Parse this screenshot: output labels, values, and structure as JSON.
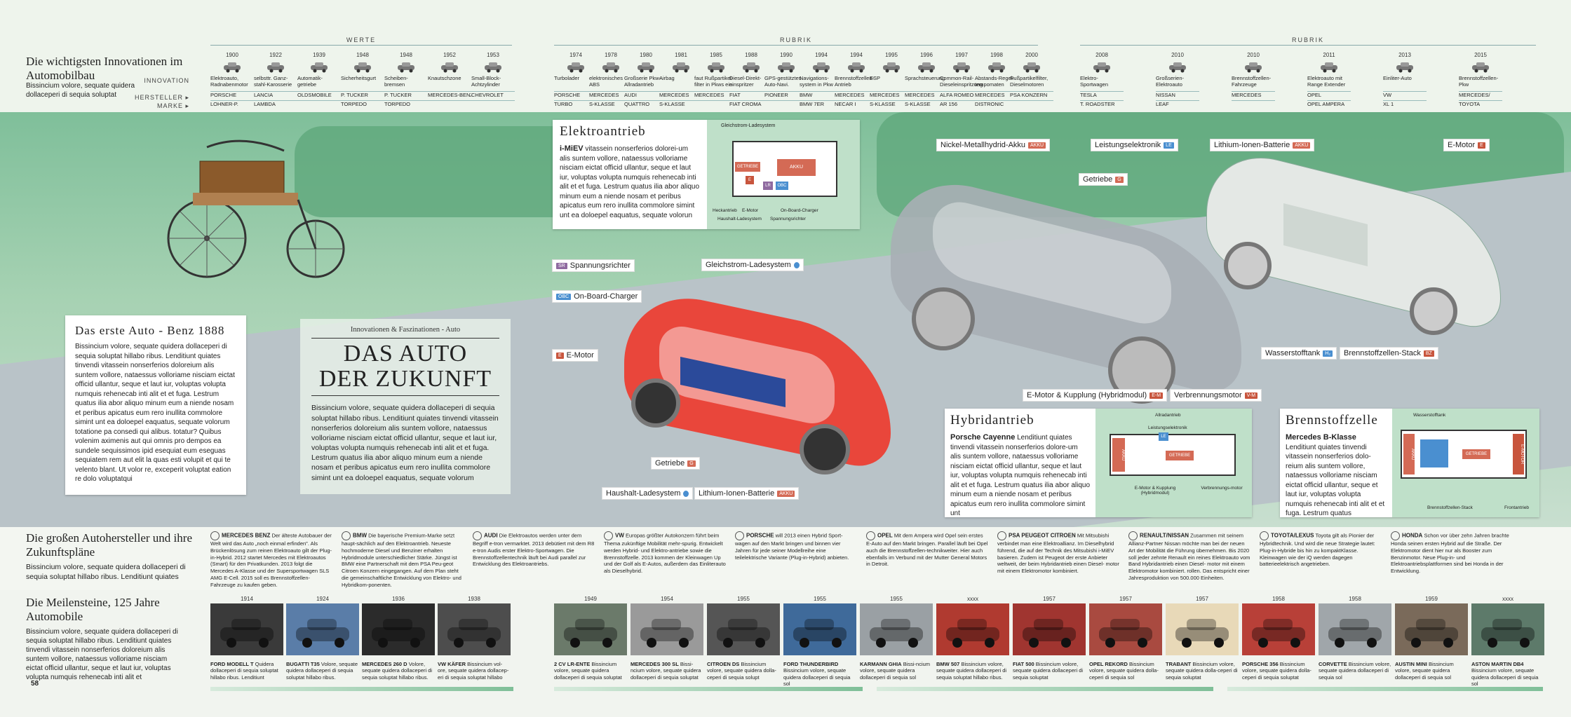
{
  "headers": {
    "werte": "WERTE",
    "rubrik1": "RUBRIK",
    "rubrik2": "RUBRIK"
  },
  "innov": {
    "title": "Die wichtigsten Innovationen im Automobilbau",
    "sub": "Bissincium volore, sequate quidera dollaceperi di sequia soluptat",
    "row_innovation": "INNOVATION",
    "row_hersteller": "HERSTELLER ▸",
    "row_marke": "MARKE ▸"
  },
  "timeline": [
    {
      "year": "1900",
      "inn": "Elektroauto, Radnabenmotor",
      "her": "PORSCHE",
      "mar": "LOHNER-P."
    },
    {
      "year": "1922",
      "inn": "selbsttr. Ganz-stahl-Karosserie",
      "her": "LANCIA",
      "mar": "LAMBDA"
    },
    {
      "year": "1939",
      "inn": "Automatik-getriebe",
      "her": "OLDSMOBILE",
      "mar": ""
    },
    {
      "year": "1948",
      "inn": "Sicherheitsgurt",
      "her": "P. TUCKER",
      "mar": "TORPEDO"
    },
    {
      "year": "1948",
      "inn": "Scheiben-bremsen",
      "her": "P. TUCKER",
      "mar": "TORPEDO"
    },
    {
      "year": "1952",
      "inn": "Knautschzone",
      "her": "MERCEDES-BENZ",
      "mar": ""
    },
    {
      "year": "1953",
      "inn": "Small-Block-Achtzylinder",
      "her": "CHEVROLET",
      "mar": ""
    },
    {
      "year": "1974",
      "inn": "Turbolader",
      "her": "PORSCHE",
      "mar": "TURBO"
    },
    {
      "year": "1978",
      "inn": "elektronisches ABS",
      "her": "MERCEDES",
      "mar": "S-KLASSE"
    },
    {
      "year": "1980",
      "inn": "Großserie Pkw-Allradantrieb",
      "her": "AUDI",
      "mar": "QUATTRO"
    },
    {
      "year": "1981",
      "inn": "Airbag",
      "her": "MERCEDES",
      "mar": "S-KLASSE"
    },
    {
      "year": "1985",
      "inn": "faut Rußpartikel-filter in Pkws ein",
      "her": "MERCEDES",
      "mar": ""
    },
    {
      "year": "1988",
      "inn": "Diesel-Direkt-einspritzer",
      "her": "FIAT",
      "mar": "FIAT CROMA"
    },
    {
      "year": "1990",
      "inn": "GPS-gestütztes Auto-Navi.",
      "her": "PIONEER",
      "mar": ""
    },
    {
      "year": "1994",
      "inn": "Navigations-system in Pkw",
      "her": "BMW",
      "mar": "BMW 7ER"
    },
    {
      "year": "1994",
      "inn": "Brennstoffzellen-Antrieb",
      "her": "MERCEDES",
      "mar": "NECAR I"
    },
    {
      "year": "1995",
      "inn": "ESP",
      "her": "MERCEDES",
      "mar": "S-KLASSE"
    },
    {
      "year": "1996",
      "inn": "Sprachsteuerung",
      "her": "MERCEDES",
      "mar": "S-KLASSE"
    },
    {
      "year": "1997",
      "inn": "Common-Rail-Dieseleinspritzung",
      "her": "ALFA ROMEO",
      "mar": "AR 156"
    },
    {
      "year": "1998",
      "inn": "Abstands-Regel-tempomaten",
      "her": "MERCEDES",
      "mar": "DISTRONIC"
    },
    {
      "year": "2000",
      "inn": "Rußpartikelfilter, Dieselmotoren",
      "her": "PSA KONZERN",
      "mar": ""
    },
    {
      "year": "2008",
      "inn": "Elektro-Sportwagen",
      "her": "TESLA",
      "mar": "T. ROADSTER"
    },
    {
      "year": "2010",
      "inn": "Großserien-Elektroauto",
      "her": "NISSAN",
      "mar": "LEAF"
    },
    {
      "year": "2010",
      "inn": "Brennstoffzellen-Fahrzeuge",
      "her": "MERCEDES",
      "mar": ""
    },
    {
      "year": "2011",
      "inn": "Elektroauto mit Range Extender",
      "her": "OPEL",
      "mar": "OPEL AMPERA"
    },
    {
      "year": "2013",
      "inn": "Einliter-Auto",
      "her": "VW",
      "mar": "XL 1"
    },
    {
      "year": "2015",
      "inn": "Brennstoffzellen-Pkw",
      "her": "MERCEDES/",
      "mar": "TOYOTA"
    }
  ],
  "benz": {
    "title": "Das erste Auto - Benz 1888",
    "text": "Bissincium volore, sequate quidera dollaceperi di sequia soluptat hillabo ribus. Lenditiunt quiates tinvendi vitassein nonserferios doloreium alis suntem vollore, nataessus volloriame nisciam eictat officid ullantur, seque et laut iur, voluptas volupta numquis rehenecab inti alit et et fuga. Lestrum quatus ilia abor aliquo minum eum a niende nosam et peribus apicatus eum rero inullita commolore simint unt ea doloepel eaquatus, sequate volorum totatione pa consedi qui alibus. totatur? Quibus volenim aximenis aut qui omnis pro dempos ea sundele sequissimos ipid esequiat eum eseguas sequiatem rem aut elit la quas esti volupit et qui te velento blant. Ut volor re, exceperit voluptat eation re dolo voluptatqui"
  },
  "main": {
    "kicker": "Innovationen & Faszinationen - Auto",
    "title1": "DAS AUTO",
    "title2": "DER ZUKUNFT",
    "text": "Bissincium volore, sequate quidera dollaceperi di sequia soluptat hillabo ribus. Lenditiunt quiates tinvendi vitassein nonserferios doloreium alis suntem vollore, nataessus volloriame nisciam eictat officid ullantur, seque et laut iur, voluptas volupta numquis rehenecab inti alit et et fuga. Lestrum quatus ilia abor aliquo minum eum a niende nosam et peribus apicatus eum rero inullita commolore simint unt ea doloepel eaquatus, sequate volorum"
  },
  "elektro": {
    "title": "Elektroantrieb",
    "lead": "i-MiEV",
    "text": " vitassein nonserferios dolorei-um alis suntem vollore, nataessus volloriame nisciam eictat officid ullantur, seque et laut iur, voluptas volupta numquis rehenecab inti alit et et fuga. Lestrum quatus ilia abor aliquo minum eum a niende nosam et peribus apicatus eum rero inullita commolore simint unt ea doloepel eaquatus, sequate volorun",
    "d_top": "Gleichstrom-Ladesystem",
    "d_getriebe": "GETRIEBE",
    "d_akku": "AKKU",
    "d_e": "E",
    "d_lr": "LR",
    "d_obc": "OBC",
    "d_heck": "Heckantrieb",
    "d_emotor": "E-Motor",
    "d_obc2": "On-Board-Charger",
    "d_haus": "Haushalt-Ladesystem",
    "d_span": "Spannungsrichter"
  },
  "hybrid": {
    "title": "Hybridantrieb",
    "lead": "Porsche Cayenne",
    "text": " Lenditiunt quiates tinvendi vitassein nonserferios dolore-um alis suntem vollore, nataessus volloriame nisciam eictat officid ullantur, seque et laut iur, voluptas volupta numquis rehenecab inti alit et et fuga. Lestrum quatus ilia abor aliquo minum eum a niende nosam et peribus apicatus eum rero inullita commolore simint unt",
    "d_allrad": "Allradantrieb",
    "d_le": "Leistungselektronik",
    "d_akku": "AKKU",
    "d_getriebe": "GETRIEBE",
    "d_le_tag": "LE",
    "d_ek": "E-Motor & Kupplung (Hybridmodul)",
    "d_vm": "Verbrennungs-motor"
  },
  "brenn": {
    "title": "Brennstoffzelle",
    "lead": "Mercedes B-Klasse",
    "text": " Lenditiunt quiates tinvendi vitassein nonserferios dolo-reium alis suntem vollore, nataessus volloriame nisciam eictat officid ullantur, seque et laut iur, voluptas volupta numquis rehenecab inti alit et et fuga. Lestrum quatus",
    "d_wasser": "Wasserstofftank",
    "d_akku": "AKKU",
    "d_getriebe": "GETRIEBE",
    "d_emotor": "E-MOTOR",
    "d_stack": "Brennstoffzellen-Stack",
    "d_front": "Frontantrieb"
  },
  "labels": {
    "spannung": "Spannungsrichter",
    "sr": "SR",
    "obc": "On-Board-Charger",
    "obc_tag": "OBC",
    "emotor": "E-Motor",
    "e": "E",
    "gleich": "Gleichstrom-Ladesystem",
    "getriebe1": "Getriebe",
    "g": "G",
    "haus": "Haushalt-Ladesystem",
    "li1": "Lithium-Ionen-Batterie",
    "akku": "AKKU",
    "nimh": "Nickel-Metallhydrid-Akku",
    "le": "Leistungselektronik",
    "le_tag": "LE",
    "getriebe2": "Getriebe",
    "li2": "Lithium-Ionen-Batterie",
    "emotor2": "E-Motor",
    "ek": "E-Motor & Kupplung (Hybridmodul)",
    "em_tag": "E-M",
    "verbrenn": "Verbrennungsmotor",
    "vm_tag": "V-M",
    "wasser": "Wasserstofftank",
    "h2": "H₂",
    "stack": "Brennstoffzellen-Stack",
    "bz": "BZ"
  },
  "makers_section": {
    "title": "Die großen Autohersteller und ihre Zukunftspläne",
    "sub": "Bissincium volore, sequate quidera dollaceperi di sequia soluptat hillabo ribus. Lenditiunt quiates"
  },
  "makers": [
    {
      "name": "MERCEDES BENZ",
      "text": "Der älteste Autobauer der Welt wird das Auto „noch einmal erfinden\". Als Brückenlösung zum reinen Elektroauto gilt der Plug-in-Hybrid. 2012 startet Mercedes mit Elektroautos (Smart) für den Privatkunden. 2013 folgt die Mercedes A-Klasse und der Supersportwagen SLS AMG E-Cell. 2015 soll es Brennstoffzellen-Fahrzeuge zu kaufen geben."
    },
    {
      "name": "BMW",
      "text": "Die bayerische Premium-Marke setzt haupt-sächlich auf den Elektroantrieb. Neueste hochmoderne Diesel und Benziner erhalten Hybridmodule unterschiedlicher Stärke. Jüngst ist BMW eine Partnerschaft mit dem PSA Peu-geot Citroen Konzern eingegangen. Auf dem Plan steht die gemeinschaftliche Entwicklung von Elektro- und Hybridkom-ponenten."
    },
    {
      "name": "AUDI",
      "text": "Die Elektroautos werden unter dem Begriff e-tron vermarktet. 2013 debütiert mit dem R8 e-tron Audis erster Elektro-Sportwagen. Die Brennstoffzellentechnik läuft bei Audi parallel zur Entwicklung des Elektroantriebs."
    },
    {
      "name": "VW",
      "text": "Europas größter Autokonzern führt beim Thema zukünftige Mobilität mehr-spurig. Entwickelt werden Hybrid- und Elektro-antriebe sowie die Brennstoffzelle. 2013 kommen der Kleinwagen Up und der Golf als E-Autos, außerdem das Einliterauto als Dieselhybrid."
    },
    {
      "name": "PORSCHE",
      "text": "will 2013 einen Hybrid Sport-wagen auf den Markt bringen und binnen vier Jahren für jede seiner Modellreihe eine teilelektrische Variante (Plug-in-Hybrid) anbieten."
    },
    {
      "name": "OPEL",
      "text": "Mit dem Ampera wird Opel sein erstes E-Auto auf den Markt bringen. Parallel läuft bei Opel auch die Brennstoffzellen-technikweiter. Hier auch ebenfalls im Verbund mit der Mutter General Motors in Detroit."
    },
    {
      "name": "PSA PEUGEOT CITROEN",
      "text": "Mit Mitsubishi verbindet man eine Elektroallianz. Im Dieselhybrid führend, die auf der Technik des Mitsubishi i-MiEV basieren. Zudem ist Peugeot der erste Anbieter weltweit, der beim Hybridantrieb einen Diesel- motor mit einem Elektromotor kombiniert."
    },
    {
      "name": "RENAULT/NISSAN",
      "text": "Zusammen mit seinem Allianz-Partner Nissan möchte man bei der neuen Art der Mobilität die Führung übernehmen. Bis 2020 soll jeder zehnte Renault ein reines Elektroauto vom Band Hybridantrieb einen Diesel- motor mit einem Elektromotor kombiniert. rollen. Das entspricht einer Jahresproduktion von 500.000 Einheiten."
    },
    {
      "name": "TOYOTA/LEXUS",
      "text": "Toyota gilt als Pionier der Hybridtechnik. Und wird die neue Strategie lautet: Plug-in-Hybride bis hin zu kompaktKlasse. Kleinwagen wie der iQ werden dagegen batterieelektrisch angetrieben."
    },
    {
      "name": "HONDA",
      "text": "Schon vor über zehn Jahren brachte Honda seinen ersten Hybrid auf die Straße. Der Elektromotor dient hier nur als Booster zum Benzinmotor. Neue Plug-in- und Elektroantriebsplattformen sind bei Honda in der Entwicklung."
    }
  ],
  "miles_section": {
    "title": "Die Meilensteine, 125 Jahre Automobile",
    "sub": "Bissincium volore, sequate quidera dollaceperi di sequia soluptat hillabo ribus. Lenditiunt quiates tinvendi vitassein nonserferios doloreium alis suntem vollore, nataessus volloriame nisciam eictat officid ullantur, seque et laut iur, voluptas volupta numquis rehenecab inti alit et",
    "page": "58"
  },
  "milestones": [
    {
      "year": "1914",
      "name": "FORD MODELL T",
      "text": "Quidera dollaceperi di sequia soluptat hillabo ribus. Lenditiunt"
    },
    {
      "year": "1924",
      "name": "BUGATTI T35",
      "text": "Volore, sequate quidera dollaceperi di sequia soluptat hillabo ribus."
    },
    {
      "year": "1936",
      "name": "MERCEDES 260 D",
      "text": "Volore, sequate quidera dollaceperi di sequia soluptat hillabo ribus."
    },
    {
      "year": "1938",
      "name": "VW KÄFER",
      "text": "Bissincium vol-ore, sequate quidera dollacep-eri di sequia soluptat hillabo"
    },
    {
      "year": "1949",
      "name": "2 CV LR-ENTE",
      "text": "Bissincium volore, sequate quidera dollaceperi di sequia soluptat"
    },
    {
      "year": "1954",
      "name": "MERCEDES 300 SL",
      "text": "Bissi-ncium volore, sequate quidera dollaceperi di sequia soluptat"
    },
    {
      "year": "1955",
      "name": "CITROEN DS",
      "text": "Bissincium volore, sequate quidera dolla-ceperi di sequia solupt"
    },
    {
      "year": "1955",
      "name": "FORD THUNDERBIRD",
      "text": "Bissincium volore, sequate quidera dollaceperi di sequia sol"
    },
    {
      "year": "1955",
      "name": "KARMANN GHIA",
      "text": "Bissi-ncium volore, sequate quidera dollaceperi di sequia sol"
    },
    {
      "year": "xxxx",
      "name": "BMW 507",
      "text": "Bissincium volore, sequate quidera dollaceperi di sequia soluptat hillabo ribus."
    },
    {
      "year": "1957",
      "name": "FIAT 500",
      "text": "Bissincium volore, sequate quidera dollaceperi di sequia soluptat"
    },
    {
      "year": "1957",
      "name": "OPEL REKORD",
      "text": "Bissincium volore, sequate quidera dolla-ceperi di sequia sol"
    },
    {
      "year": "1957",
      "name": "TRABANT",
      "text": "Bissincium volore, sequate quidera dolla-ceperi di sequia soluptat"
    },
    {
      "year": "1958",
      "name": "PORSCHE 356",
      "text": "Bissincium volore, sequate quidera dolla-ceperi di sequia soluptat"
    },
    {
      "year": "1958",
      "name": "CORVETTE",
      "text": "Bissincium volore, sequate quidera dollaceperi di sequia sol"
    },
    {
      "year": "1959",
      "name": "AUSTIN MINI",
      "text": "Bissincium volore, sequate quidera dollaceperi di sequia sol"
    },
    {
      "year": "xxxx",
      "name": "ASTON MARTIN DB4",
      "text": "Bissincium volore, sequate quidera dollaceperi di sequia sol"
    }
  ],
  "colors": {
    "accent": "#c8553d",
    "green": "#7fbf98",
    "blue": "#4a8fd0",
    "panelGreen": "#bfe0c9"
  }
}
